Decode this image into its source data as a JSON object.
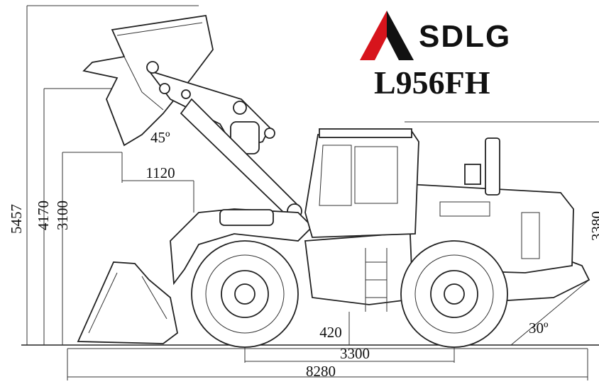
{
  "brand": {
    "name": "SDLG",
    "model": "L956FH",
    "accent_color": "#d7141c",
    "logo_dark": "#111111"
  },
  "dimensions": {
    "overall_height": "5457",
    "dump_height": "4170",
    "hinge_height_low": "3100",
    "dump_reach": "1120",
    "dump_angle": "45º",
    "cab_height": "3380",
    "ground_clearance": "420",
    "wheelbase": "3300",
    "overall_length": "8280",
    "departure_angle": "30º"
  }
}
